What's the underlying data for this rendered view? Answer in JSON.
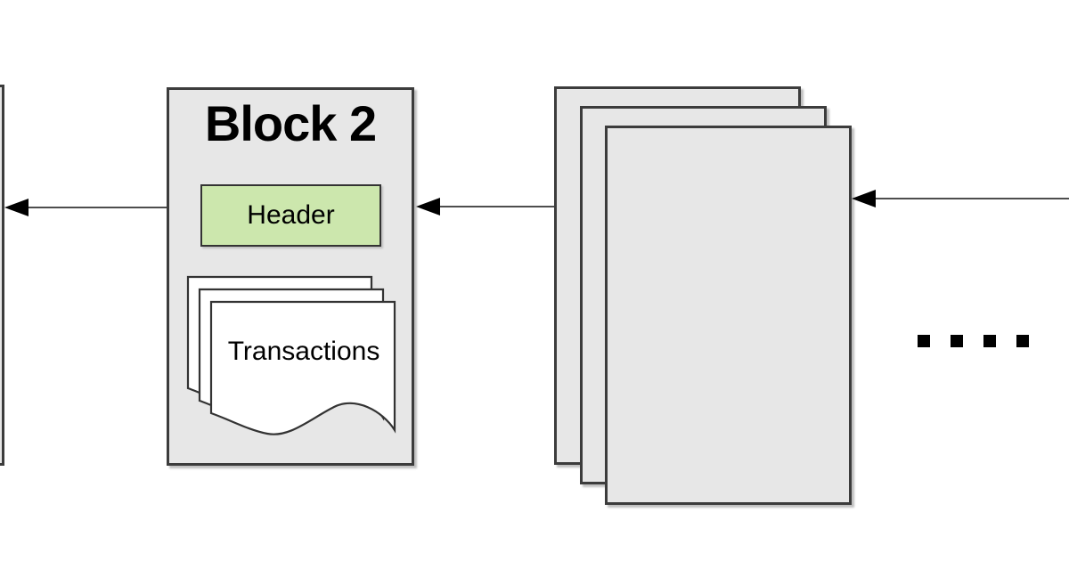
{
  "diagram": {
    "block2": {
      "title": "Block 2",
      "header_label": "Header",
      "transactions_label": "Transactions"
    },
    "previous_block": {
      "note": "partially visible block edge"
    },
    "next_blocks_stack": {
      "page_count": 3
    },
    "arrows": {
      "count": 3,
      "direction": "left"
    },
    "ellipsis": {
      "count": 4
    }
  },
  "colors": {
    "canvas-bg": "#ffffff",
    "block-fill": "#e7e7e7",
    "block-border": "#3c3c3c",
    "header-fill": "#cce7ad",
    "header-border": "#333333",
    "doc-fill": "#ffffff",
    "doc-border": "#333333",
    "line-color": "#4d4d4d",
    "arrowhead-color": "#000000",
    "dot-color": "#000000"
  }
}
